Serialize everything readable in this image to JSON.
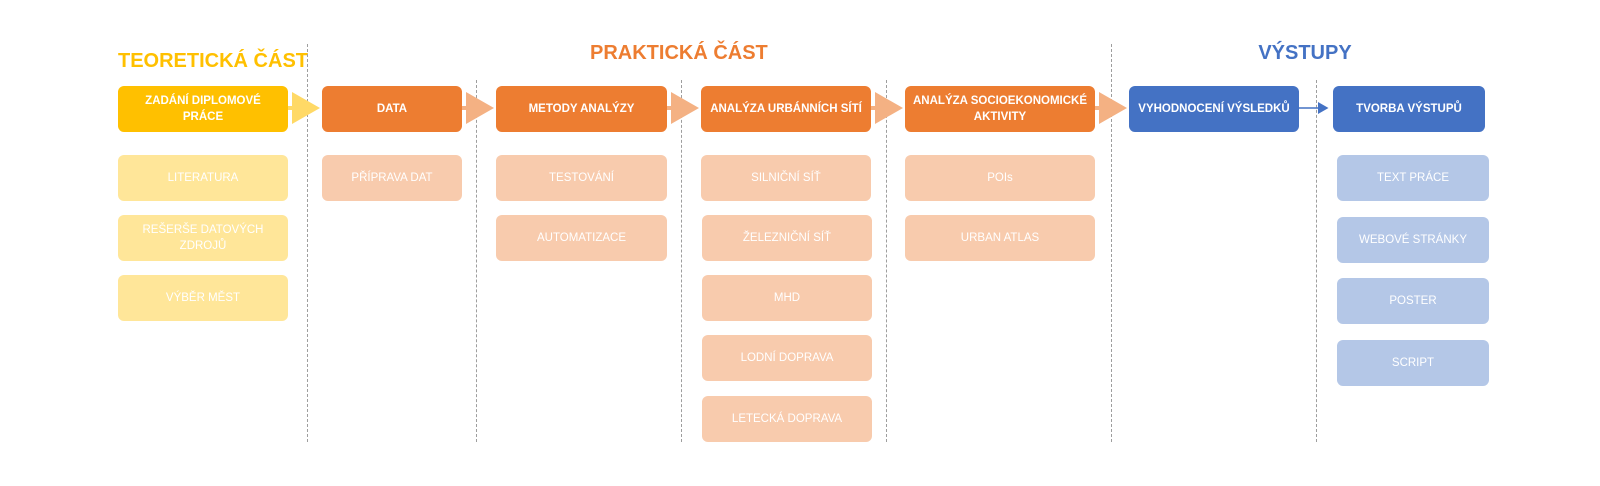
{
  "colors": {
    "theory": "#ffc000",
    "practice": "#ed7d31",
    "outputs": "#4472c4",
    "theory_light": "#ffe699",
    "practice_light": "#f8cbad",
    "outputs_light": "#b4c7e7",
    "arrow_theory": "#ffd966",
    "arrow_practice": "#f4b183",
    "arrow_outputs": "#4472c4"
  },
  "sections": {
    "theory": "TEORETICKÁ ČÁST",
    "practice": "PRAKTICKÁ ČÁST",
    "outputs": "VÝSTUPY"
  },
  "columns": [
    {
      "main": "ZADÁNÍ DIPLOMOVÉ PRÁCE",
      "items": [
        "LITERATURA",
        "REŠERŠE DATOVÝCH ZDROJŮ",
        "VÝBĚR MĚST"
      ]
    },
    {
      "main": "DATA",
      "items": [
        "PŘÍPRAVA DAT"
      ]
    },
    {
      "main": "METODY ANALÝZY",
      "items": [
        "TESTOVÁNÍ",
        "AUTOMATIZACE"
      ]
    },
    {
      "main": "ANALÝZA URBÁNNÍCH SÍTÍ",
      "items": [
        "SILNIČNÍ SÍŤ",
        "ŽELEZNIČNÍ SÍŤ",
        "MHD",
        "LODNÍ DOPRAVA",
        "LETECKÁ DOPRAVA"
      ]
    },
    {
      "main": "ANALÝZA SOCIOEKONOMICKÉ AKTIVITY",
      "items": [
        "POIs",
        "URBAN ATLAS"
      ]
    },
    {
      "main": "VYHODNOCENÍ VÝSLEDKŮ",
      "items": []
    },
    {
      "main": "TVORBA VÝSTUPŮ",
      "items": [
        "TEXT PRÁCE",
        "WEBOVÉ STRÁNKY",
        "POSTER",
        "SCRIPT"
      ]
    }
  ]
}
